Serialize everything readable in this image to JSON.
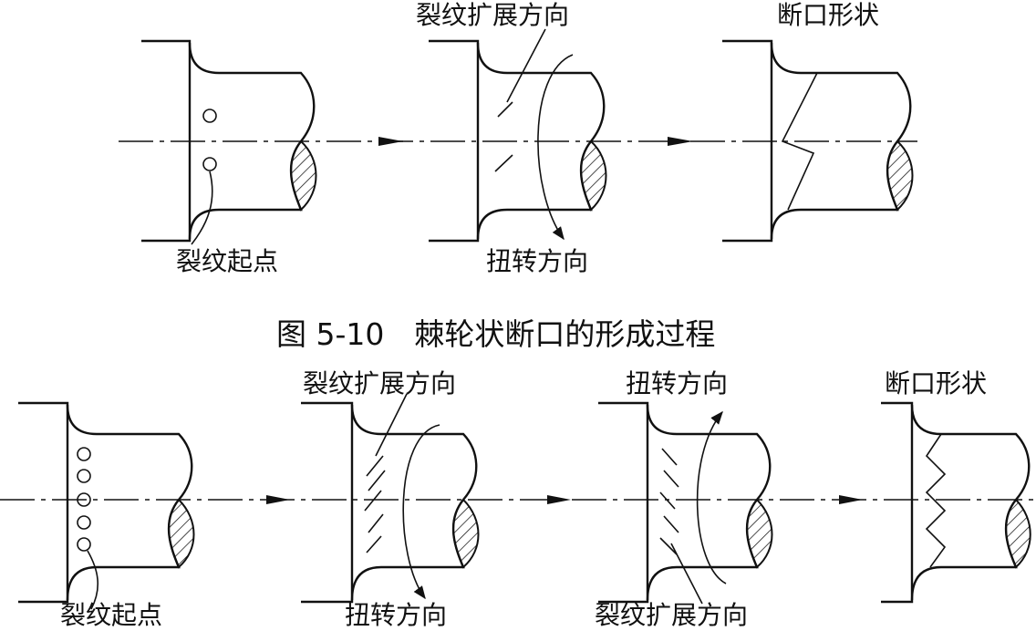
{
  "top_row": {
    "crack_origin": "裂纹起点",
    "crack_direction": "裂纹扩展方向",
    "torsion_direction": "扭转方向",
    "fracture_shape": "断口形状"
  },
  "caption": "图 5-10　棘轮状断口的形成过程",
  "bottom_row": {
    "crack_origin": "裂纹起点",
    "crack_direction_1": "裂纹扩展方向",
    "torsion_direction_1": "扭转方向",
    "torsion_direction_2": "扭转方向",
    "crack_direction_2": "裂纹扩展方向",
    "fracture_shape": "断口形状"
  }
}
